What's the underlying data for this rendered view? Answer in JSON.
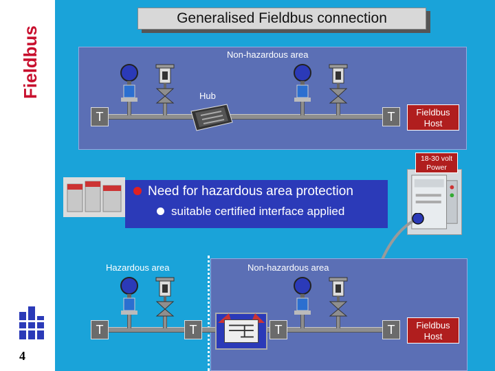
{
  "slide": {
    "side_title": "Fieldbus",
    "title": "Generalised Fieldbus connection",
    "page_number": "4"
  },
  "areas": {
    "top_label": "Non-hazardous area",
    "hazardous_label": "Hazardous area",
    "bottom_nonhaz_label": "Non-hazardous area",
    "hub_label": "Hub"
  },
  "terminator_label": "T",
  "host": {
    "line1": "Fieldbus",
    "line2": "Host"
  },
  "power": {
    "line1": "18-30 volt",
    "line2": "Power"
  },
  "info": {
    "line1": "Need for hazardous area protection",
    "line2": "suitable certified interface applied"
  },
  "colors": {
    "background": "#1aa3d9",
    "area": "#5b6fb5",
    "host": "#b01e1e",
    "info_box": "#2b3ab8",
    "side_title": "#c8102e"
  },
  "icons": [
    "transmitter-icon",
    "valve-icon",
    "hub-icon",
    "power-supply-icon",
    "barrier-icon",
    "logo-icon"
  ]
}
